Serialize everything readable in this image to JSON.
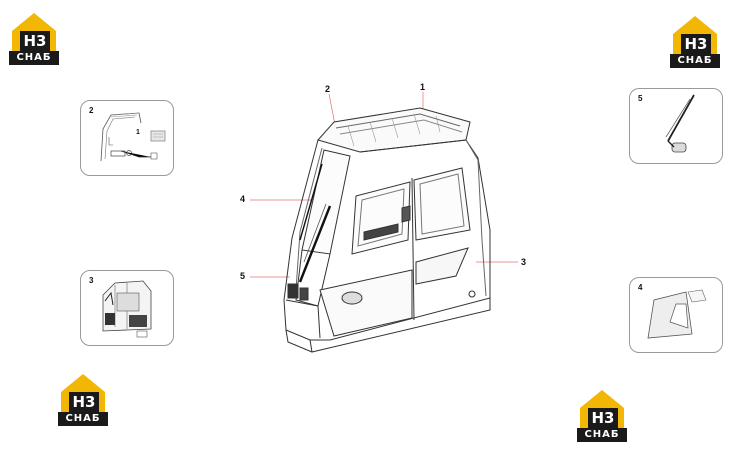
{
  "logos": [
    {
      "id": "tl",
      "mark": "H3",
      "caption": "СНАБ"
    },
    {
      "id": "tr",
      "mark": "H3",
      "caption": "СНАБ"
    },
    {
      "id": "bl",
      "mark": "H3",
      "caption": "СНАБ"
    },
    {
      "id": "br",
      "mark": "H3",
      "caption": "СНАБ"
    }
  ],
  "colors": {
    "logo_yellow": "#f2b705",
    "logo_dark": "#1a1a1a",
    "line": "#333333",
    "leader": "#e07070"
  },
  "callouts": {
    "c1": "1",
    "c2": "2",
    "c3": "3",
    "c4": "4",
    "c5": "5"
  },
  "insets": {
    "i2": "2",
    "i3": "3",
    "i4": "4",
    "i5": "5",
    "i2_part": "1"
  }
}
